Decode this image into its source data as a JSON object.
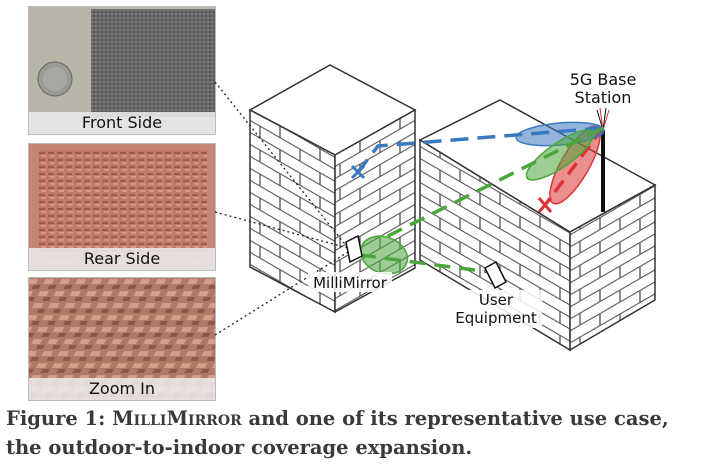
{
  "figure": {
    "photos": [
      {
        "label": "Front Side"
      },
      {
        "label": "Rear Side"
      },
      {
        "label": "Zoom In"
      }
    ],
    "labels": {
      "base_station_line1": "5G Base",
      "base_station_line2": "Station",
      "millimirror": "MilliMirror",
      "user_line1": "User",
      "user_line2": "Equipment"
    },
    "colors": {
      "blue_beam": "#3a78c0",
      "green_beam": "#4aa63a",
      "red_beam": "#dd3333"
    }
  },
  "caption": {
    "prefix": "Figure 1: ",
    "name": "MilliMirror",
    "line1_rest": " and one of its representative use case,",
    "line2": "the outdoor-to-indoor coverage expansion."
  }
}
